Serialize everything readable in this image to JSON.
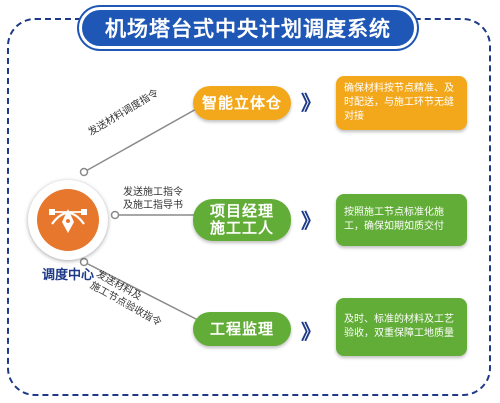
{
  "title": "机场塔台式中央计划调度系统",
  "hub": {
    "label": "调度中心",
    "icon": "bezier-pen-icon"
  },
  "branches": [
    {
      "command": "发送材料调度指令",
      "role": "智能立体仓",
      "arrow": "》",
      "description": "确保材料按节点精准、及时配送，与施工环节无缝对接",
      "color": "#f3a81c"
    },
    {
      "command": "发送施工指令及施工指导书",
      "command_lines": [
        "发送施工指令",
        "及施工指导书"
      ],
      "role": "项目经理施工工人",
      "role_lines": [
        "项目经理",
        "施工工人"
      ],
      "arrow": "》",
      "description": "按照施工节点标准化施工，确保如期如质交付",
      "color": "#62ad37"
    },
    {
      "command": "发送材料及施工节点验收指令",
      "command_lines": [
        "发送材料及",
        "施工节点验收指令"
      ],
      "role": "工程监理",
      "arrow": "》",
      "description": "及时、标准的材料及工艺验收，双重保障工地质量",
      "color": "#62ad37"
    }
  ],
  "colors": {
    "frame": "#1e3a86",
    "title_bg": "#1f57b6",
    "hub": "#e8772e"
  }
}
